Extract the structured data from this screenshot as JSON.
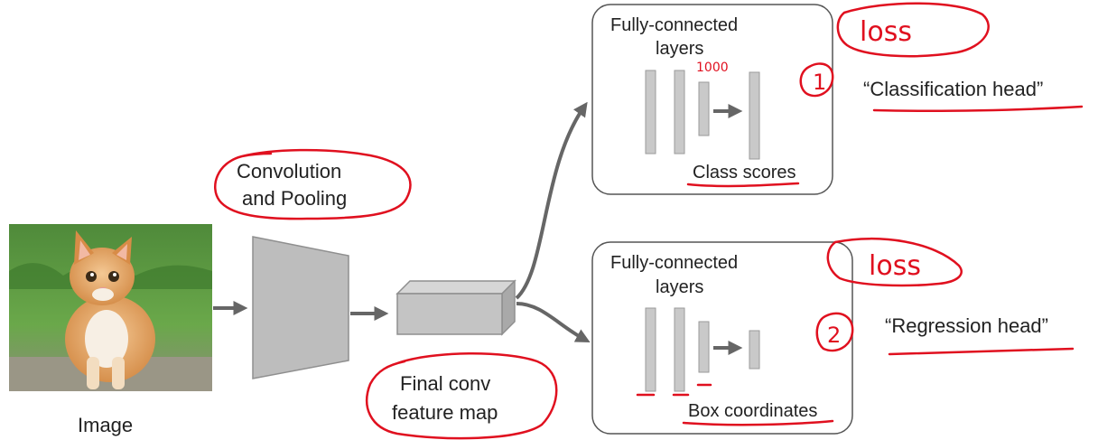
{
  "labels": {
    "image": "Image",
    "conv_pool_line1": "Convolution",
    "conv_pool_line2": "and Pooling",
    "feature_map_line1": "Final conv",
    "feature_map_line2": "feature map",
    "fc_top_line1": "Fully-connected",
    "fc_top_line2": "layers",
    "class_scores": "Class scores",
    "classification_head": "“Classification head”",
    "fc_bottom_line1": "Fully-connected",
    "fc_bottom_line2": "layers",
    "box_coordinates": "Box coordinates",
    "regression_head": "“Regression head”"
  },
  "annotations": {
    "loss_top": "loss",
    "loss_bottom": "loss",
    "num_1000": "1000",
    "circle_1": "1",
    "circle_2": "2"
  },
  "colors": {
    "ink_red": "#e0101f",
    "arrow_gray": "#666666",
    "shape_gray": "#bdbdbd",
    "text": "#222222"
  }
}
